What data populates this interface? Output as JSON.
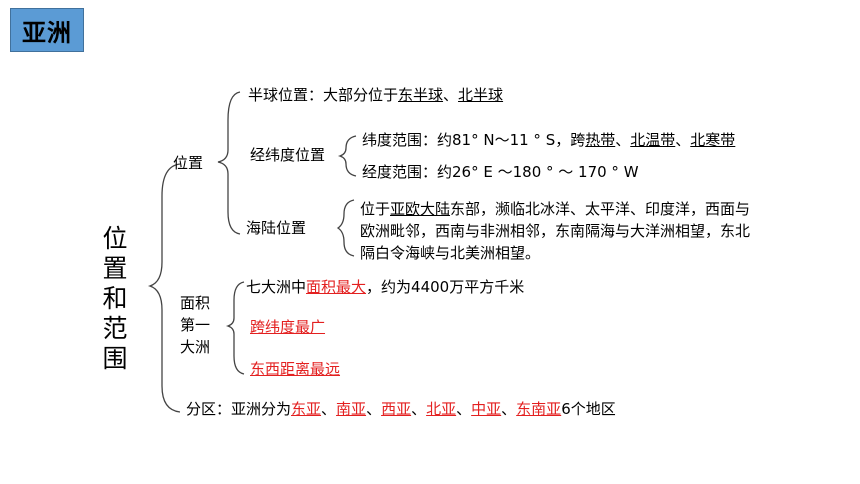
{
  "title": "亚洲",
  "root": [
    "位",
    "置",
    "和",
    "范",
    "围"
  ],
  "location": {
    "label": "位置",
    "hemisphere": {
      "prefix": "半球位置：大部分位于",
      "east": "东半球",
      "sep": "、",
      "north": "北半球"
    },
    "latlon": {
      "label": "经纬度位置",
      "lat": {
        "prefix": "纬度范围：约81° N～11 ° S，跨",
        "tropic": "热带",
        "sep1": "、",
        "temperate": "北温带",
        "sep2": "、",
        "frigid": "北寒带"
      },
      "lon": "经度范围：约26° E ～180 ° ～ 170 ° W"
    },
    "sea_land": {
      "label": "海陆位置",
      "line1_prefix": "位于",
      "line1_u": "亚欧大陆",
      "line1_rest": "东部，濒临北冰洋、太平洋、印度洋，西面与",
      "line2": "欧洲毗邻，西南与非洲相邻，东南隔海与大洋洲相望，东北",
      "line3": "隔白令海峡与北美洲相望。"
    }
  },
  "area": {
    "label": [
      "面积",
      "第一",
      "大洲"
    ],
    "item1": {
      "prefix": "七大洲中",
      "red": "面积最大",
      "rest": "，约为4400万平方千米"
    },
    "item2": "跨纬度最广",
    "item3": "东西距离最远"
  },
  "regions": {
    "prefix": "分区：亚洲分为",
    "r1": "东亚",
    "r2": "南亚",
    "r3": "西亚",
    "r4": "北亚",
    "r5": "中亚",
    "r6": "东南亚",
    "sep": "、",
    "suffix": "6个地区"
  }
}
